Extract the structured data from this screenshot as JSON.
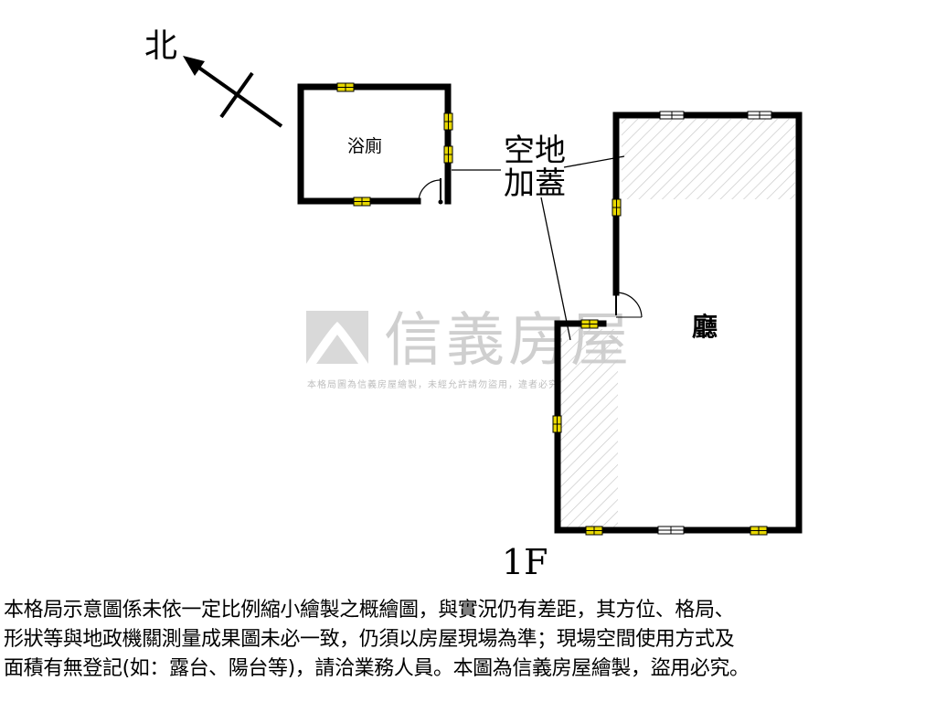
{
  "north": {
    "label": "北"
  },
  "rooms": {
    "bathroom": "浴廁",
    "living": "廳",
    "covered_label_line1": "空地",
    "covered_label_line2": "加蓋"
  },
  "floor_label": "1F",
  "watermark": {
    "brand": "信義房屋",
    "caption": "本格局圖為信義房屋繪製，未經允許請勿盜用，違者必究"
  },
  "disclaimer": {
    "line1": "本格局示意圖係未依一定比例縮小繪製之概繪圖，與實況仍有差距，其方位、格局、",
    "line2": "形狀等與地政機關測量成果圖未必一致，仍須以房屋現場為準；現場空間使用方式及",
    "line3": "面積有無登記(如：露台、陽台等)，請洽業務人員。本圖為信義房屋繪製，盜用必究。"
  },
  "colors": {
    "wall": "#000000",
    "window_fill": "#e8d800",
    "hatch": "#c9c9c9",
    "watermark": "#cfcfcf"
  }
}
